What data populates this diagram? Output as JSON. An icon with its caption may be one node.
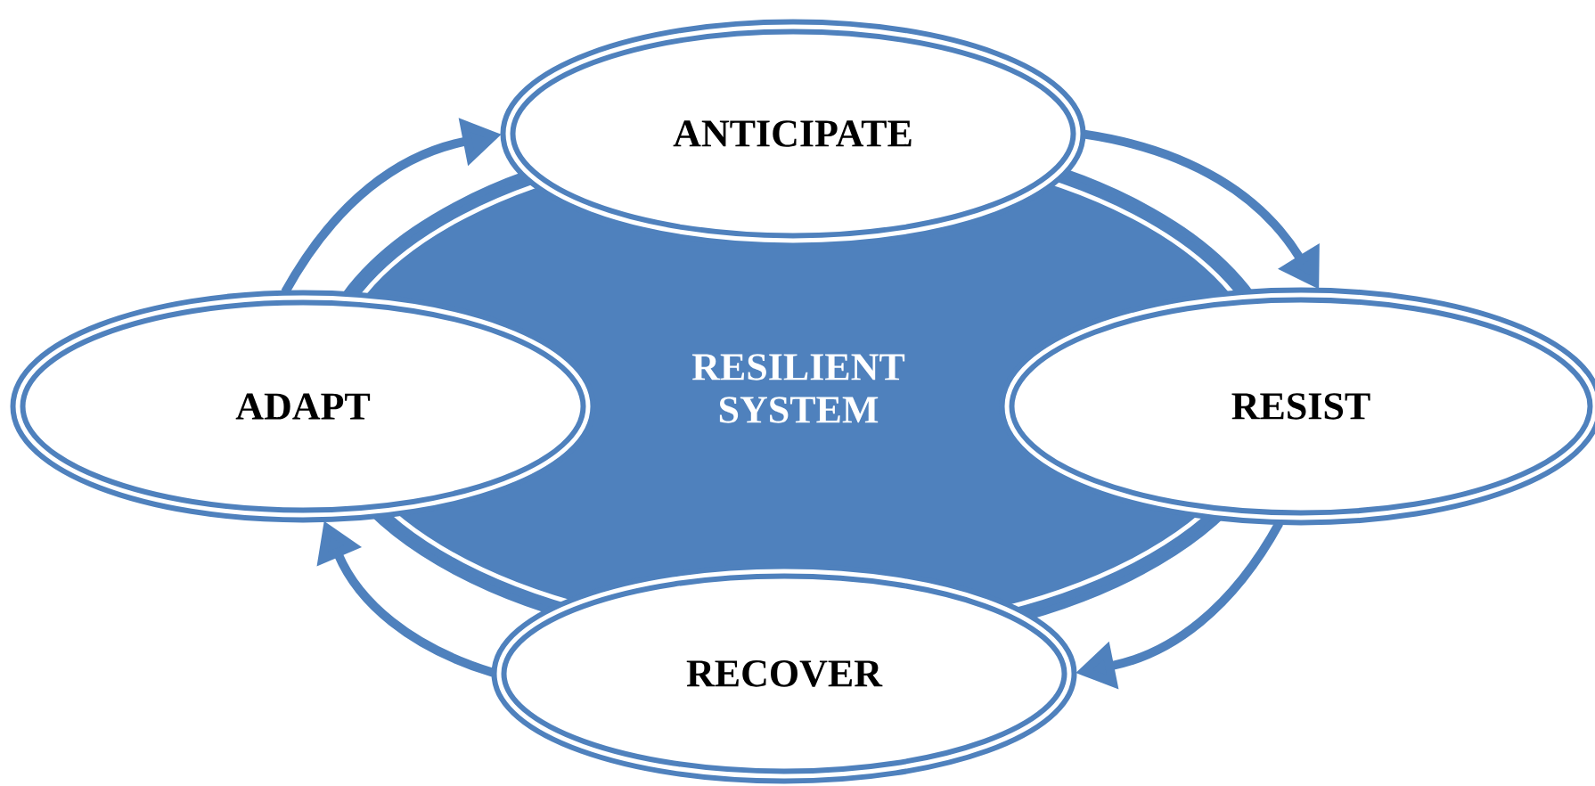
{
  "diagram": {
    "nodes": [
      {
        "text": [
          "RESILIENT SYSTEM"
        ]
      },
      {
        "text": [
          "ANTICIPATE"
        ]
      },
      {
        "text": [
          "RESIST"
        ]
      },
      {
        "text": [
          "RECOVER"
        ]
      },
      {
        "text": [
          "ADAPT"
        ]
      }
    ],
    "edges": [
      {
        "from": 4,
        "to": 1,
        "arrow": "to"
      },
      {
        "from": 1,
        "to": 2,
        "arrow": "to"
      },
      {
        "from": 2,
        "to": 3,
        "arrow": "to"
      },
      {
        "from": 3,
        "to": 4,
        "arrow": "to"
      }
    ]
  }
}
